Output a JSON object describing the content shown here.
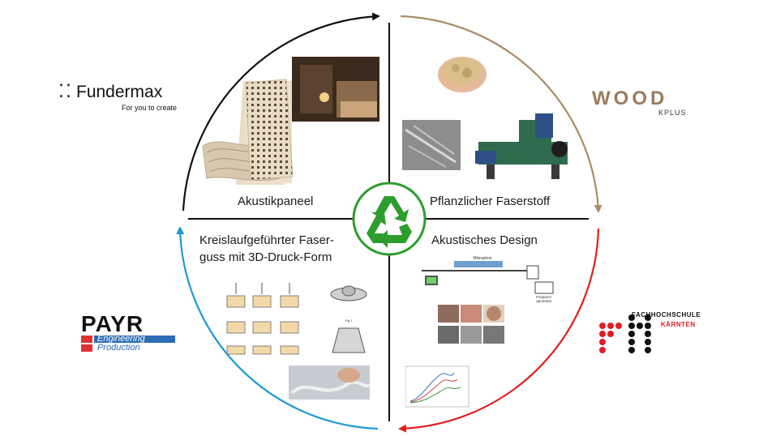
{
  "quadrants": {
    "top_left": "Akustikpaneel",
    "top_right": "Pflanzlicher Faserstoff",
    "bottom_right": "Akustisches Design",
    "bottom_left_line1": "Kreislaufgeführter Faser-",
    "bottom_left_line2": "guss mit 3D-Druck-Form"
  },
  "logos": {
    "fundermax": {
      "dots": "⁚⁚",
      "name": "Fundermax",
      "tagline": "For you to create"
    },
    "wood": {
      "name": "WOOD",
      "sub": "KPLUS"
    },
    "payr": {
      "name": "PAYR",
      "line1": "Engineering",
      "line2": "Production"
    },
    "fh": {
      "line1": "FACHHOCHSCHULE",
      "line2": "KÄRNTEN"
    }
  },
  "diagram_texts": {
    "mikrophon": "Mikrophon",
    "frequenz": "Frequenz-",
    "generator": "generator",
    "fig1": "Fig 1"
  },
  "colors": {
    "arc_top_left": "#111111",
    "arc_top_right": "#a98c63",
    "arc_bottom_right": "#e31c1c",
    "arc_bottom_left": "#1a9ad6",
    "recycle_green": "#2d9d2d",
    "wood_brown": "#9a7b5d",
    "payr_blue": "#2a6db5",
    "payr_red": "#e03030",
    "fh_red": "#e21d24"
  }
}
